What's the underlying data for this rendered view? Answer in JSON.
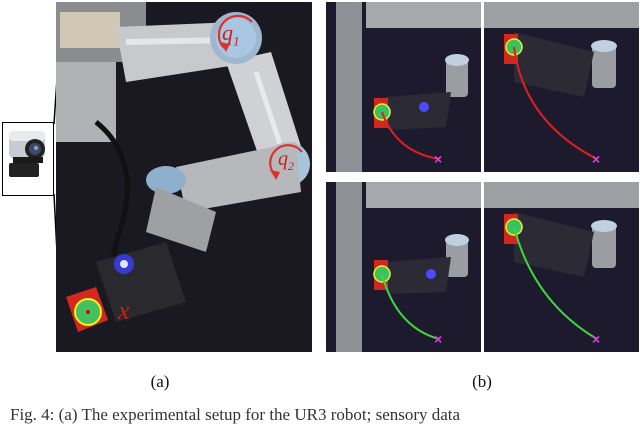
{
  "figure": {
    "panel_a_label": "(a)",
    "panel_b_label": "(b)",
    "caption": "Fig. 4: (a) The experimental setup for the UR3 robot; sensory data",
    "joint_labels": {
      "q1": "q",
      "q1_sub": "1",
      "q2": "q",
      "q2_sub": "2"
    },
    "target_label": "x",
    "colors": {
      "trajectory_bad": "#e02020",
      "trajectory_good": "#3ed83e",
      "goal_marker": "#e040e0",
      "joint_circle": "#e0302a"
    }
  }
}
